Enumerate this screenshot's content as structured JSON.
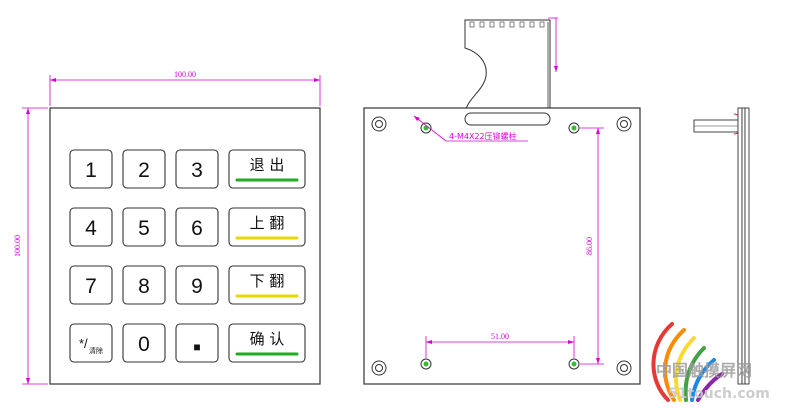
{
  "front_view": {
    "width_dimension": "100.00",
    "height_dimension": "100.00",
    "keys": [
      {
        "label": "1"
      },
      {
        "label": "2"
      },
      {
        "label": "3"
      },
      {
        "label": "退 出",
        "bar_color": "#22aa22"
      },
      {
        "label": "4"
      },
      {
        "label": "5"
      },
      {
        "label": "6"
      },
      {
        "label": "上 翻",
        "bar_color": "#e6d800"
      },
      {
        "label": "7"
      },
      {
        "label": "8"
      },
      {
        "label": "9"
      },
      {
        "label": "下 翻",
        "bar_color": "#e6d800"
      },
      {
        "label": "*/",
        "sub_label": "清除"
      },
      {
        "label": "0"
      },
      {
        "label": "■"
      },
      {
        "label": "确 认",
        "bar_color": "#22aa22"
      }
    ]
  },
  "back_view": {
    "callout_label": "4-M4X22压铆螺柱",
    "vertical_dimension": "86.00",
    "horizontal_dimension": "51.00"
  },
  "watermark": {
    "title": "中国触摸屏网",
    "url": "51touch.com"
  },
  "colors": {
    "dimension": "#d400d4",
    "outline": "#333333",
    "green_bar": "#22aa22",
    "yellow_bar": "#e6d800"
  }
}
